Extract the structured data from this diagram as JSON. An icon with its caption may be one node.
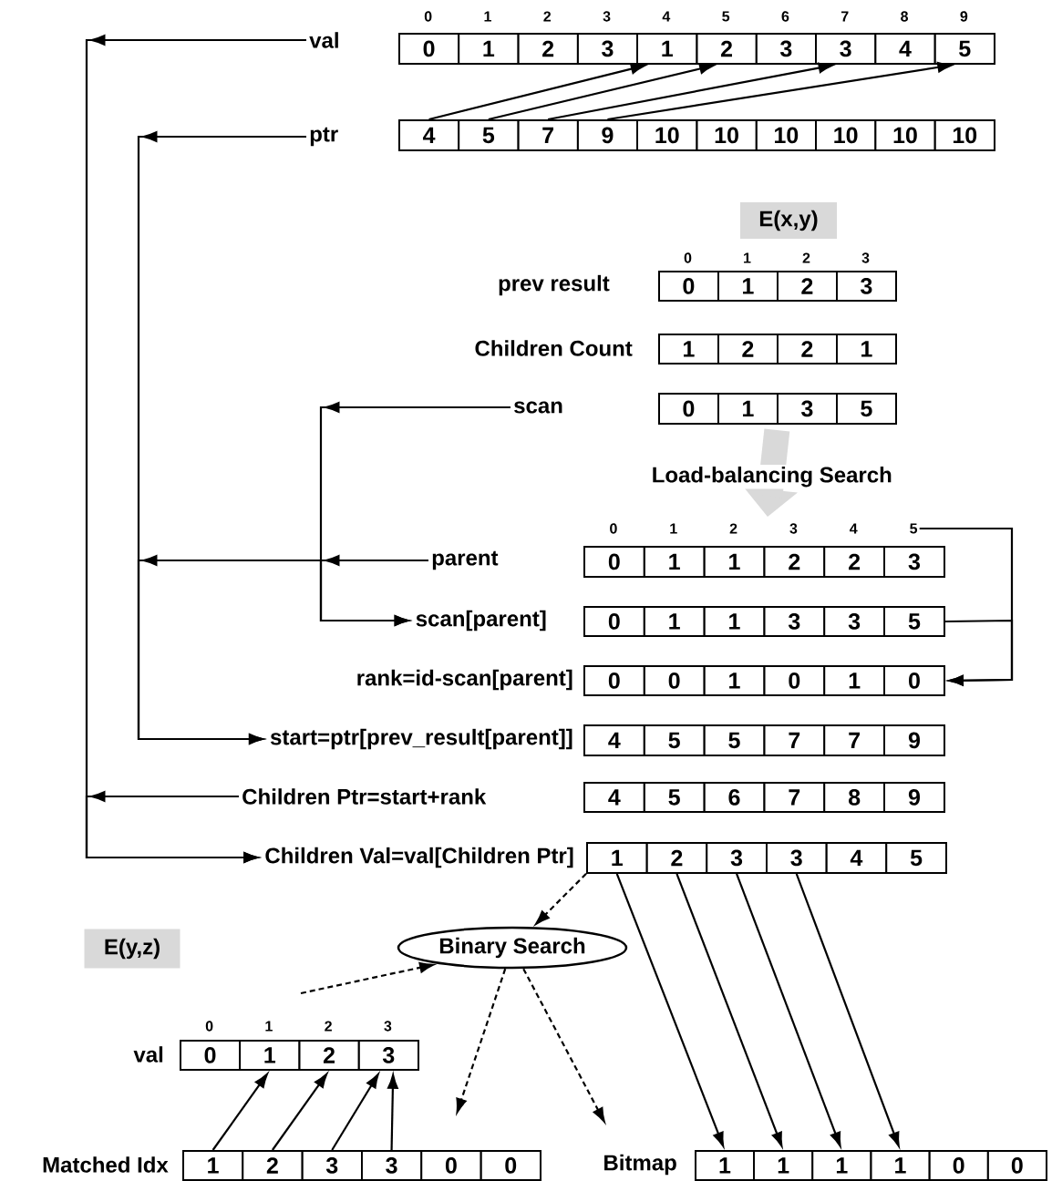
{
  "diagram": {
    "nodes": [
      {
        "text": [
          "val"
        ]
      },
      {
        "text": [],
        "shape": "box"
      },
      {
        "text": [
          "0"
        ],
        "in": 1
      },
      {
        "text": [
          "1"
        ],
        "in": 1
      },
      {
        "text": [
          "2"
        ],
        "in": 1
      },
      {
        "text": [
          "3"
        ],
        "in": 1
      },
      {
        "text": [
          "1"
        ],
        "in": 1
      },
      {
        "text": [
          "2"
        ],
        "in": 1
      },
      {
        "text": [
          "3"
        ],
        "in": 1
      },
      {
        "text": [
          "3"
        ],
        "in": 1
      },
      {
        "text": [
          "4"
        ],
        "in": 1
      },
      {
        "text": [
          "5"
        ],
        "in": 1
      },
      {
        "text": [
          "ptr"
        ]
      },
      {
        "text": [],
        "shape": "box"
      },
      {
        "text": [
          "4"
        ],
        "in": 13
      },
      {
        "text": [
          "5"
        ],
        "in": 13
      },
      {
        "text": [
          "7"
        ],
        "in": 13
      },
      {
        "text": [
          "9"
        ],
        "in": 13
      },
      {
        "text": [
          "10"
        ],
        "in": 13
      },
      {
        "text": [
          "10"
        ],
        "in": 13
      },
      {
        "text": [
          "10"
        ],
        "in": 13
      },
      {
        "text": [
          "10"
        ],
        "in": 13
      },
      {
        "text": [
          "10"
        ],
        "in": 13
      },
      {
        "text": [
          "10"
        ],
        "in": 13
      },
      {
        "text": [
          "E(x,y)"
        ]
      },
      {
        "text": [
          "prev result"
        ]
      },
      {
        "text": [],
        "shape": "box"
      },
      {
        "text": [
          "0"
        ],
        "in": 26
      },
      {
        "text": [
          "1"
        ],
        "in": 26
      },
      {
        "text": [
          "2"
        ],
        "in": 26
      },
      {
        "text": [
          "3"
        ],
        "in": 26
      },
      {
        "text": [
          "Children Count"
        ]
      },
      {
        "text": [],
        "shape": "box"
      },
      {
        "text": [
          "1"
        ],
        "in": 32
      },
      {
        "text": [
          "2"
        ],
        "in": 32
      },
      {
        "text": [
          "2"
        ],
        "in": 32
      },
      {
        "text": [
          "1"
        ],
        "in": 32
      },
      {
        "text": [
          "scan"
        ]
      },
      {
        "text": [],
        "shape": "box"
      },
      {
        "text": [
          "0"
        ],
        "in": 38
      },
      {
        "text": [
          "1"
        ],
        "in": 38
      },
      {
        "text": [
          "3"
        ],
        "in": 38
      },
      {
        "text": [
          "5"
        ],
        "in": 38
      },
      {
        "text": [
          "5"
        ]
      },
      {
        "text": [
          "parent"
        ]
      },
      {
        "text": [],
        "shape": "box"
      },
      {
        "text": [
          "0"
        ],
        "in": 45
      },
      {
        "text": [
          "1"
        ],
        "in": 45
      },
      {
        "text": [
          "1"
        ],
        "in": 45
      },
      {
        "text": [
          "2"
        ],
        "in": 45
      },
      {
        "text": [
          "2"
        ],
        "in": 45
      },
      {
        "text": [
          "3"
        ],
        "in": 45
      },
      {
        "text": [
          "scan[parent]"
        ]
      },
      {
        "text": [],
        "shape": "box"
      },
      {
        "text": [
          "0"
        ],
        "in": 53
      },
      {
        "text": [
          "1"
        ],
        "in": 53
      },
      {
        "text": [
          "1"
        ],
        "in": 53
      },
      {
        "text": [
          "3"
        ],
        "in": 53
      },
      {
        "text": [
          "3"
        ],
        "in": 53
      },
      {
        "text": [
          "5"
        ],
        "in": 53
      },
      {
        "text": [
          "rank=id-scan[parent]"
        ]
      },
      {
        "text": [],
        "shape": "box"
      },
      {
        "text": [
          "0"
        ],
        "in": 61
      },
      {
        "text": [
          "0"
        ],
        "in": 61
      },
      {
        "text": [
          "1"
        ],
        "in": 61
      },
      {
        "text": [
          "0"
        ],
        "in": 61
      },
      {
        "text": [
          "1"
        ],
        "in": 61
      },
      {
        "text": [
          "0"
        ],
        "in": 61
      },
      {
        "text": [
          "start=ptr[prev_result[parent]]"
        ]
      },
      {
        "text": [],
        "shape": "box"
      },
      {
        "text": [
          "4"
        ],
        "in": 69
      },
      {
        "text": [
          "5"
        ],
        "in": 69
      },
      {
        "text": [
          "5"
        ],
        "in": 69
      },
      {
        "text": [
          "7"
        ],
        "in": 69
      },
      {
        "text": [
          "7"
        ],
        "in": 69
      },
      {
        "text": [
          "9"
        ],
        "in": 69
      },
      {
        "text": [
          "Children Ptr=start+rank"
        ]
      },
      {
        "text": [],
        "shape": "box"
      },
      {
        "text": [
          "4"
        ],
        "in": 77
      },
      {
        "text": [
          "5"
        ],
        "in": 77
      },
      {
        "text": [
          "6"
        ],
        "in": 77
      },
      {
        "text": [
          "7"
        ],
        "in": 77
      },
      {
        "text": [
          "8"
        ],
        "in": 77
      },
      {
        "text": [
          "9"
        ],
        "in": 77
      },
      {
        "text": [
          "Children Val=val[Children Ptr]"
        ]
      },
      {
        "text": [],
        "shape": "box"
      },
      {
        "text": [
          "1"
        ],
        "in": 85
      },
      {
        "text": [
          "2"
        ],
        "in": 85
      },
      {
        "text": [
          "3"
        ],
        "in": 85
      },
      {
        "text": [
          "3"
        ],
        "in": 85
      },
      {
        "text": [
          "4"
        ],
        "in": 85
      },
      {
        "text": [
          "5"
        ],
        "in": 85
      },
      {
        "text": [
          "Binary Search"
        ]
      },
      {
        "text": [
          "E(y,z)"
        ]
      },
      {
        "text": [
          "val"
        ]
      },
      {
        "text": [],
        "shape": "box"
      },
      {
        "text": [
          "0"
        ],
        "in": 95
      },
      {
        "text": [
          "1"
        ],
        "in": 95
      },
      {
        "text": [
          "2"
        ],
        "in": 95
      },
      {
        "text": [
          "3"
        ],
        "in": 95
      },
      {
        "text": [
          "Matched Idx"
        ]
      },
      {
        "text": [],
        "shape": "box"
      },
      {
        "text": [
          "1"
        ],
        "in": 101
      },
      {
        "text": [
          "2"
        ],
        "in": 101
      },
      {
        "text": [
          "3"
        ],
        "in": 101
      },
      {
        "text": [
          "3"
        ],
        "in": 101
      },
      {
        "text": [
          "0"
        ],
        "in": 101
      },
      {
        "text": [
          "0"
        ],
        "in": 101
      },
      {
        "text": [
          "Bitmap"
        ]
      },
      {
        "text": [],
        "shape": "box"
      },
      {
        "text": [
          "1"
        ],
        "in": 109
      },
      {
        "text": [
          "1"
        ],
        "in": 109
      },
      {
        "text": [
          "1"
        ],
        "in": 109
      },
      {
        "text": [
          "1"
        ],
        "in": 109
      },
      {
        "text": [
          "0"
        ],
        "in": 109
      },
      {
        "text": [
          "0"
        ],
        "in": 109
      }
    ],
    "edges": [
      {
        "from": 14,
        "to": 6,
        "arrow": "to"
      },
      {
        "from": 15,
        "to": 7,
        "arrow": "to"
      },
      {
        "from": 16,
        "to": 9,
        "arrow": "to"
      },
      {
        "from": 17,
        "to": 11,
        "arrow": "to"
      },
      {
        "from": 0,
        "to": 84,
        "arrow": "to"
      },
      {
        "from": 12,
        "to": 68,
        "arrow": "to"
      },
      {
        "from": 37,
        "to": 52,
        "arrow": "to"
      },
      {
        "from": 44,
        "to": 52,
        "arrow": "to"
      },
      {
        "from": 44,
        "to": 68,
        "arrow": "to"
      },
      {
        "from": 76,
        "to": 84,
        "arrow": "to"
      },
      {
        "from": 38,
        "to": 45,
        "arrow": "to",
        "label": "Load-balancing Search",
        "style": "thick",
        "color": "#d9d9d9"
      },
      {
        "from": 43,
        "to": 61,
        "arrow": "to"
      },
      {
        "from": 53,
        "to": 61,
        "arrow": "to"
      },
      {
        "from": 86,
        "to": 92,
        "arrow": "to",
        "style": "dashed"
      },
      {
        "from": null,
        "to": 92,
        "arrow": "to",
        "style": "dashed"
      },
      {
        "from": 92,
        "to": null,
        "arrow": "to",
        "style": "dashed"
      },
      {
        "from": 92,
        "to": null,
        "arrow": "to",
        "style": "dashed"
      },
      {
        "from": 86,
        "to": 110,
        "arrow": "to"
      },
      {
        "from": 87,
        "to": 111,
        "arrow": "to"
      },
      {
        "from": 88,
        "to": 112,
        "arrow": "to"
      },
      {
        "from": 89,
        "to": 113,
        "arrow": "to"
      },
      {
        "from": 102,
        "to": 97,
        "arrow": "to"
      },
      {
        "from": 103,
        "to": 98,
        "arrow": "to"
      },
      {
        "from": 104,
        "to": 99,
        "arrow": "to"
      },
      {
        "from": 105,
        "to": 99,
        "arrow": "to"
      }
    ],
    "labels": [
      "0",
      "1",
      "2",
      "3",
      "4",
      "5",
      "6",
      "7",
      "8",
      "9",
      "0",
      "1",
      "2",
      "3",
      "0",
      "1",
      "2",
      "3",
      "4",
      "0",
      "1",
      "2",
      "3"
    ]
  }
}
